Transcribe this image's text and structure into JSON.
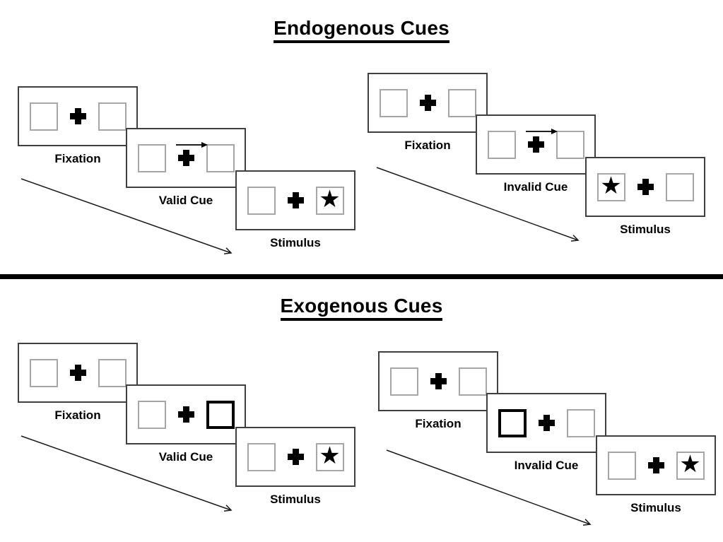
{
  "figure": {
    "description": "Posner spatial cueing paradigm trial sequences",
    "divider_color": "#000000"
  },
  "symbols": {
    "star": "★"
  },
  "colors": {
    "background": "#ffffff",
    "panel_border": "#3f3f3f",
    "box_border": "#a6a6a6",
    "bold_cue_border": "#000000",
    "text": "#000000",
    "arrow": "#1a1a1a"
  },
  "sections": [
    {
      "title": "Endogenous Cues",
      "sequences": [
        {
          "name": "valid",
          "steps": [
            {
              "label": "Fixation",
              "cue": "none",
              "star": "none"
            },
            {
              "label": "Valid Cue",
              "cue": "arrow-right",
              "star": "none"
            },
            {
              "label": "Stimulus",
              "cue": "none",
              "star": "right"
            }
          ]
        },
        {
          "name": "invalid",
          "steps": [
            {
              "label": "Fixation",
              "cue": "none",
              "star": "none"
            },
            {
              "label": "Invalid Cue",
              "cue": "arrow-right",
              "star": "none"
            },
            {
              "label": "Stimulus",
              "cue": "none",
              "star": "left"
            }
          ]
        }
      ]
    },
    {
      "title": "Exogenous Cues",
      "sequences": [
        {
          "name": "valid",
          "steps": [
            {
              "label": "Fixation",
              "cue": "none",
              "star": "none"
            },
            {
              "label": "Valid Cue",
              "cue": "bold-right",
              "star": "none"
            },
            {
              "label": "Stimulus",
              "cue": "none",
              "star": "right"
            }
          ]
        },
        {
          "name": "invalid",
          "steps": [
            {
              "label": "Fixation",
              "cue": "none",
              "star": "none"
            },
            {
              "label": "Invalid Cue",
              "cue": "bold-left",
              "star": "none"
            },
            {
              "label": "Stimulus",
              "cue": "none",
              "star": "right"
            }
          ]
        }
      ]
    }
  ]
}
